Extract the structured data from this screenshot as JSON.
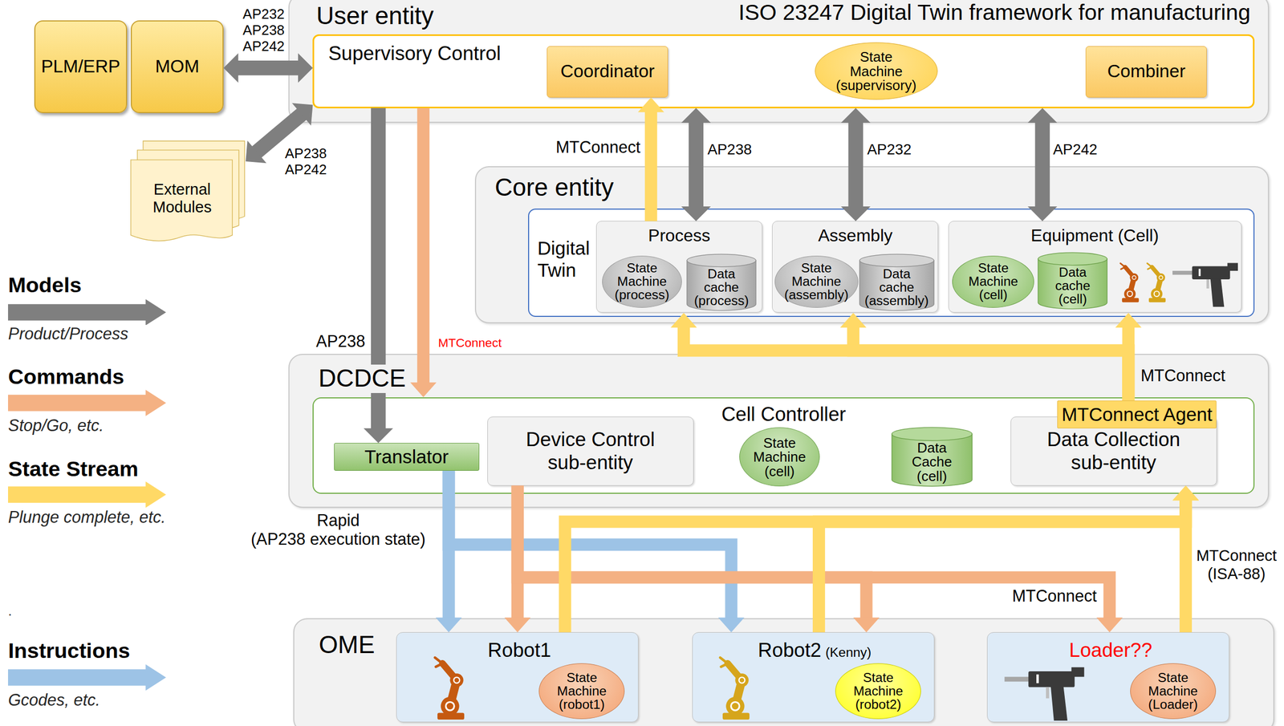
{
  "diagram": {
    "title": "ISO 23247 Digital Twin framework for manufacturing",
    "nodes": [
      {
        "text": [
          "PLM/ERP"
        ]
      },
      {
        "text": [
          "MOM"
        ]
      },
      {
        "text": [
          "External Modules"
        ]
      },
      {
        "text": [
          "User entity"
        ]
      },
      {
        "text": [
          "Supervisory Control"
        ],
        "in": 3
      },
      {
        "text": [
          "Coordinator"
        ],
        "in": 4
      },
      {
        "text": [
          "State Machine (supervisory)"
        ],
        "in": 4
      },
      {
        "text": [
          "Combiner"
        ],
        "in": 4
      },
      {
        "text": [
          "Core entity"
        ]
      },
      {
        "text": [
          "Digital Twin"
        ],
        "in": 8
      },
      {
        "text": [
          "Process"
        ],
        "in": 9
      },
      {
        "text": [
          "State Machine (process)"
        ],
        "in": 10
      },
      {
        "text": [
          "Data cache (process)"
        ],
        "in": 10
      },
      {
        "text": [
          "Assembly"
        ],
        "in": 9
      },
      {
        "text": [
          "State Machine (assembly)"
        ],
        "in": 13
      },
      {
        "text": [
          "Data cache (assembly)"
        ],
        "in": 13
      },
      {
        "text": [
          "Equipment (Cell)"
        ],
        "in": 9
      },
      {
        "text": [
          "State Machine (cell)"
        ],
        "in": 16
      },
      {
        "text": [
          "Data cache (cell)"
        ],
        "in": 16
      },
      {
        "text": [
          "DCDCE"
        ]
      },
      {
        "text": [
          "Cell Controller"
        ],
        "in": 19
      },
      {
        "text": [
          "Translator"
        ],
        "in": 20
      },
      {
        "text": [
          "Device Control sub-entity"
        ],
        "in": 20
      },
      {
        "text": [
          "State Machine (cell)"
        ],
        "in": 20
      },
      {
        "text": [
          "Data Cache (cell)"
        ],
        "in": 20
      },
      {
        "text": [
          "Data Collection sub-entity"
        ],
        "in": 20
      },
      {
        "text": [
          "MTConnect Agent"
        ],
        "in": 20
      },
      {
        "text": [
          "OME"
        ]
      },
      {
        "text": [
          "Robot1"
        ],
        "in": 27
      },
      {
        "text": [
          "State Machine (robot1)"
        ],
        "in": 28
      },
      {
        "text": [
          "Robot2",
          "(Kenny)"
        ],
        "in": 27
      },
      {
        "text": [
          "State Machine (robot2)"
        ],
        "in": 30
      },
      {
        "text": [
          "Loader??"
        ],
        "in": 27
      },
      {
        "text": [
          "State Machine (Loader)"
        ],
        "in": 32
      }
    ],
    "edges": [
      {
        "from": 1,
        "to": 4,
        "arrow": "both",
        "label": "AP232 AP238 AP242"
      },
      {
        "from": 2,
        "to": 4,
        "arrow": "both",
        "label": "AP238 AP242"
      },
      {
        "from": 4,
        "to": 21,
        "arrow": "to",
        "label": "AP238"
      },
      {
        "from": 4,
        "to": 20,
        "arrow": "to",
        "label": "MTConnect"
      },
      {
        "from": 10,
        "to": 5,
        "arrow": "to",
        "label": "MTConnect"
      },
      {
        "from": 4,
        "to": 10,
        "arrow": "both",
        "label": "AP238"
      },
      {
        "from": 4,
        "to": 13,
        "arrow": "both",
        "label": "AP232"
      },
      {
        "from": 4,
        "to": 16,
        "arrow": "both",
        "label": "AP242"
      },
      {
        "from": 26,
        "to": 16,
        "arrow": "to",
        "label": "MTConnect"
      },
      {
        "from": 26,
        "to": 13,
        "arrow": "to"
      },
      {
        "from": 26,
        "to": 10,
        "arrow": "to"
      },
      {
        "from": 21,
        "to": 28,
        "arrow": "to",
        "label": "Rapid (AP238 execution state)"
      },
      {
        "from": 21,
        "to": 30,
        "arrow": "to"
      },
      {
        "from": 22,
        "to": 28,
        "arrow": "to"
      },
      {
        "from": 22,
        "to": 30,
        "arrow": "to"
      },
      {
        "from": 22,
        "to": 32,
        "arrow": "to",
        "label": "MTConnect"
      },
      {
        "from": 28,
        "to": 25,
        "arrow": "to"
      },
      {
        "from": 30,
        "to": 25,
        "arrow": "to"
      },
      {
        "from": 32,
        "to": 25,
        "arrow": "to",
        "label": "MTConnect (ISA-88)"
      }
    ],
    "labels": [
      "Product/Process",
      "Stop/Go, etc.",
      "Plunge complete, etc.",
      ".",
      "Gcodes, etc."
    ],
    "legend": [
      {
        "text": "Models",
        "color": "#7f7f7f"
      },
      {
        "text": "Commands",
        "color": "#f4b183"
      },
      {
        "text": "State Stream",
        "color": "#ffd966"
      },
      {
        "text": "Instructions",
        "color": "#9dc3e6"
      }
    ]
  }
}
